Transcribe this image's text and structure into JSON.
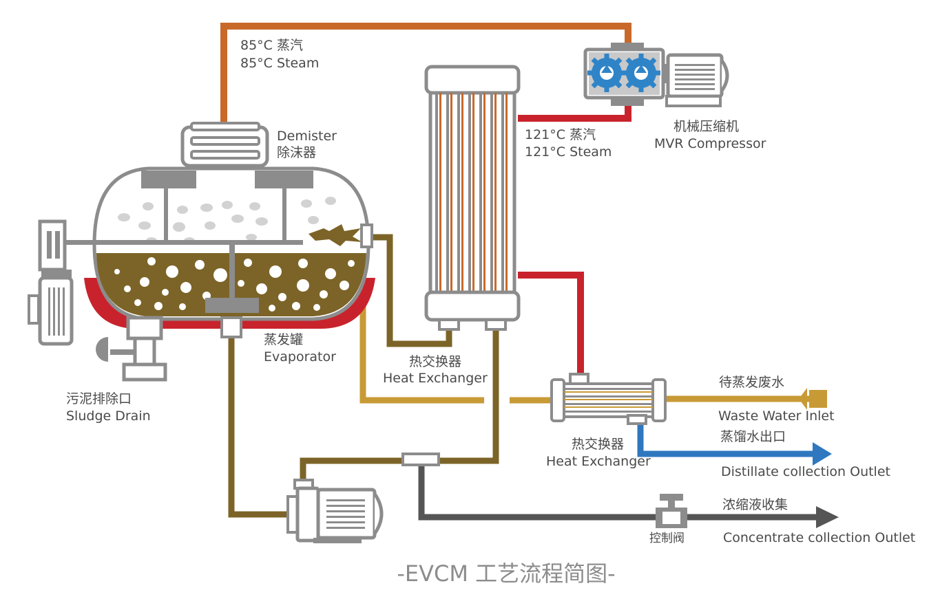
{
  "title": "-EVCM 工艺流程简图-",
  "labels": {
    "steam85_cn": "85°C  蒸汽",
    "steam85_en": "85°C Steam",
    "demister_en": "Demister",
    "demister_cn": "除沫器",
    "compressor_cn": "机械压缩机",
    "compressor_en": "MVR Compressor",
    "steam121_cn": "121°C  蒸汽",
    "steam121_en": "121°C Steam",
    "evaporator_cn": "蒸发罐",
    "evaporator_en": "Evaporator",
    "hx1_cn": "热交换器",
    "hx1_en": "Heat Exchanger",
    "hx2_cn": "热交换器",
    "hx2_en": "Heat Exchanger",
    "sludge_cn": "污泥排除口",
    "sludge_en": "Sludge Drain",
    "waste_cn": "待蒸发废水",
    "waste_en": "Waste Water Inlet",
    "distillate_cn": "蒸馏水出口",
    "distillate_en": "Distillate collection Outlet",
    "concentrate_cn": "浓缩液收集",
    "concentrate_en": "Concentrate collection Outlet",
    "valve_cn": "控制阀"
  },
  "colors": {
    "steam85": "#c8692a",
    "steam121": "#c8232c",
    "liquor": "#7c6428",
    "waste": "#c89a35",
    "distillate": "#2f78c0",
    "concentrate": "#555555",
    "equipment": "#8c8c8c",
    "compressor_gear": "#2f84c8"
  },
  "icons": [
    "gear-icon",
    "arrow-right-icon",
    "arrow-left-icon",
    "valve-icon",
    "pump-icon"
  ]
}
